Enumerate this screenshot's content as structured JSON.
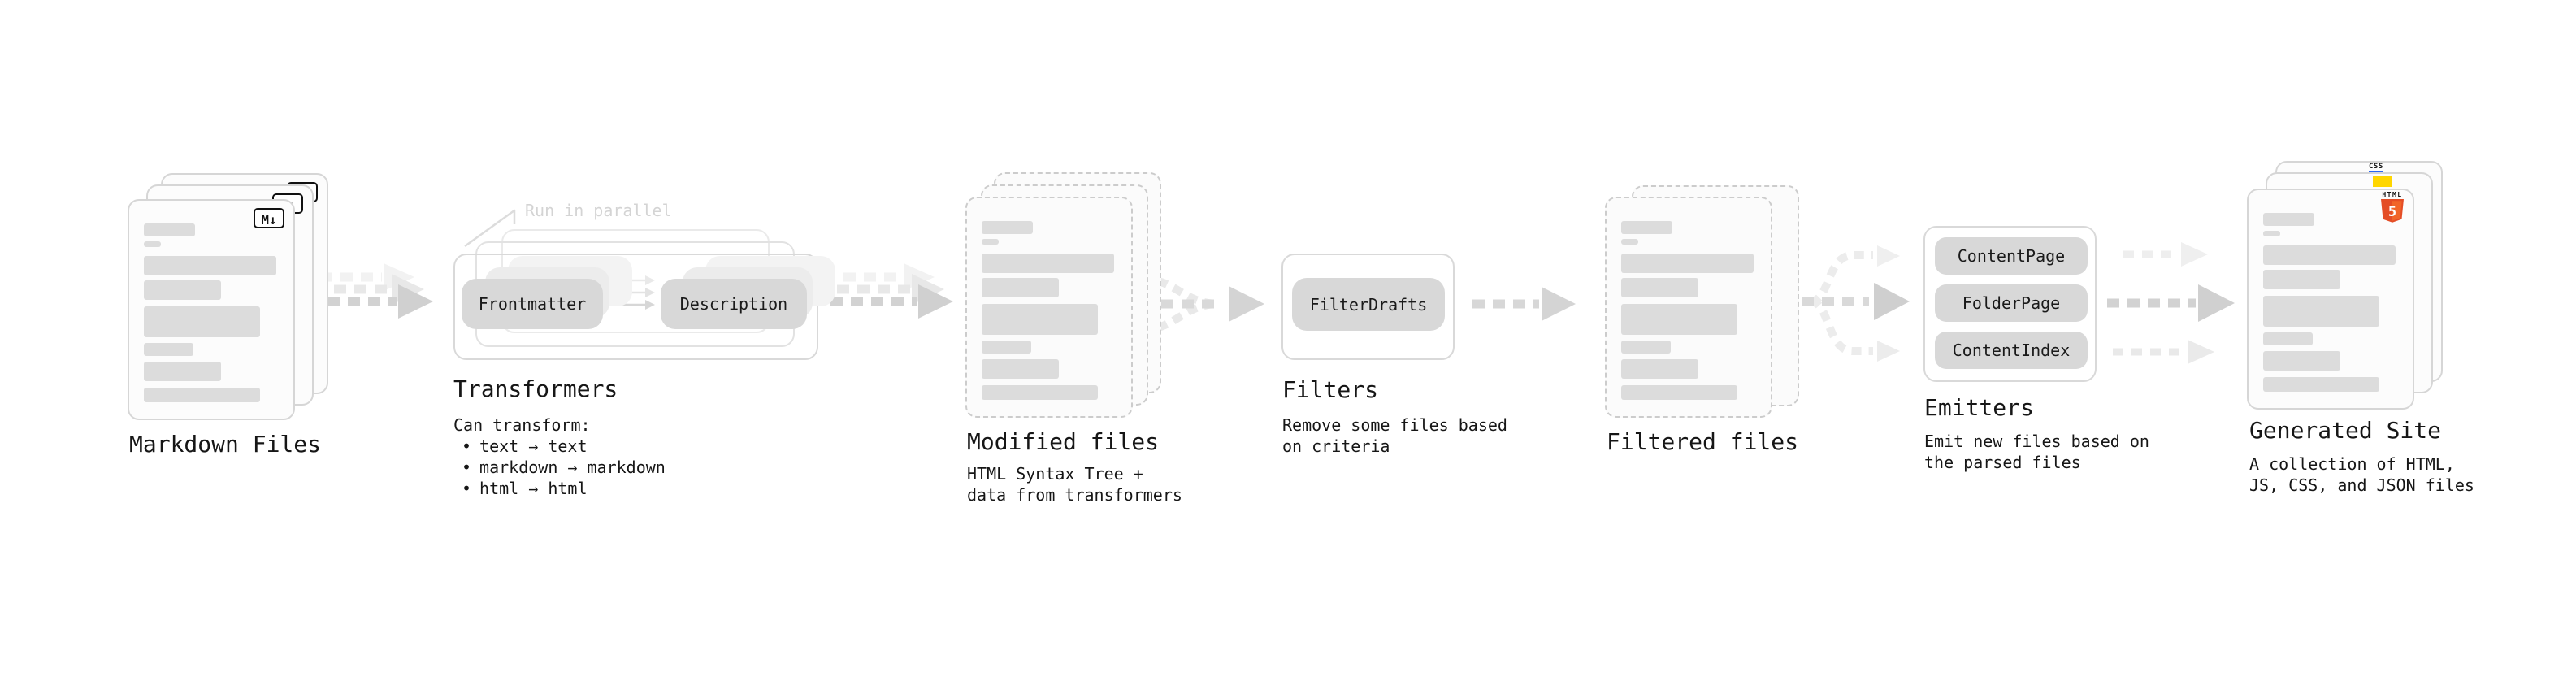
{
  "nodes": {
    "markdown_files": {
      "label": "Markdown Files",
      "badge": "M↓"
    },
    "transformers": {
      "label": "Transformers",
      "annotation": "Run in parallel",
      "buttons": [
        "Frontmatter",
        "Description"
      ],
      "description_title": "Can transform:",
      "bullet": "•",
      "bullets": [
        "text → text",
        "markdown → markdown",
        "html → html"
      ]
    },
    "modified_files": {
      "label": "Modified files",
      "description": [
        "HTML Syntax Tree +",
        "data from transformers"
      ]
    },
    "filters": {
      "label": "Filters",
      "buttons": [
        "FilterDrafts"
      ],
      "description": [
        "Remove some files based",
        "on criteria"
      ]
    },
    "filtered_files": {
      "label": "Filtered files"
    },
    "emitters": {
      "label": "Emitters",
      "buttons": [
        "ContentPage",
        "FolderPage",
        "ContentIndex"
      ],
      "description": [
        "Emit new files based on",
        "the parsed files"
      ]
    },
    "generated_site": {
      "label": "Generated Site",
      "description": [
        "A collection of HTML,",
        "JS, CSS, and JSON files"
      ],
      "badges": {
        "css": "CSS",
        "html_label": "HTML",
        "html_number": "5"
      }
    }
  },
  "colors": {
    "background": "#ffffff",
    "text": "#161616",
    "muted_annotation": "#d4d4d4",
    "doc_border": "#d6d6d6",
    "doc_border_dashed": "#cccccc",
    "placeholder_bar": "#dcdcdc",
    "pill": "#d8d8d8",
    "frame_border": "#d9d9d9",
    "arrow": "#d2d2d2",
    "html5_orange": "#e44d26",
    "html5_orange_light": "#f16529",
    "js_yellow": "#ffd600",
    "css_blue": "#2965f1"
  }
}
